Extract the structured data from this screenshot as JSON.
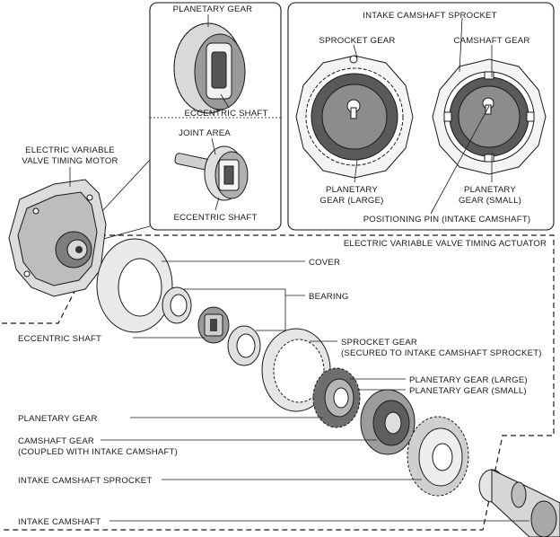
{
  "detail_top": {
    "planetary_gear": "PLANETARY GEAR",
    "eccentric_shaft": "ECCENTRIC SHAFT"
  },
  "detail_bottom": {
    "joint_area": "JOINT AREA",
    "eccentric_shaft": "ECCENTRIC SHAFT"
  },
  "detail_right": {
    "intake_camshaft_sprocket": "INTAKE CAMSHAFT SPROCKET",
    "sprocket_gear": "SPROCKET GEAR",
    "camshaft_gear": "CAMSHAFT GEAR",
    "planetary_gear_large_1": "PLANETARY",
    "planetary_gear_large_2": "GEAR (LARGE)",
    "planetary_gear_small_1": "PLANETARY",
    "planetary_gear_small_2": "GEAR (SMALL)",
    "positioning_pin": "POSITIONING PIN (INTAKE CAMSHAFT)"
  },
  "motor": {
    "line1": "ELECTRIC VARIABLE",
    "line2": "VALVE TIMING MOTOR"
  },
  "actuator": {
    "title": "ELECTRIC VARIABLE VALVE TIMING ACTUATOR"
  },
  "callouts": {
    "cover": "COVER",
    "bearing": "BEARING",
    "eccentric_shaft": "ECCENTRIC SHAFT",
    "sprocket_gear_1": "SPROCKET GEAR",
    "sprocket_gear_2": "(SECURED TO INTAKE CAMSHAFT SPROCKET)",
    "planetary_gear_large": "PLANETARY GEAR (LARGE)",
    "planetary_gear_small": "PLANETARY GEAR (SMALL)",
    "planetary_gear": "PLANETARY GEAR",
    "camshaft_gear_1": "CAMSHAFT GEAR",
    "camshaft_gear_2": "(COUPLED WITH INTAKE CAMSHAFT)",
    "intake_camshaft_sprocket": "INTAKE CAMSHAFT SPROCKET",
    "intake_camshaft": "INTAKE CAMSHAFT"
  },
  "colors": {
    "line": "#1a1a1a",
    "gear_dark": "#4a4a4a",
    "gear_mid": "#8c8c8c",
    "gear_light": "#cfcfcf",
    "part_fill": "#e6e6e6"
  }
}
